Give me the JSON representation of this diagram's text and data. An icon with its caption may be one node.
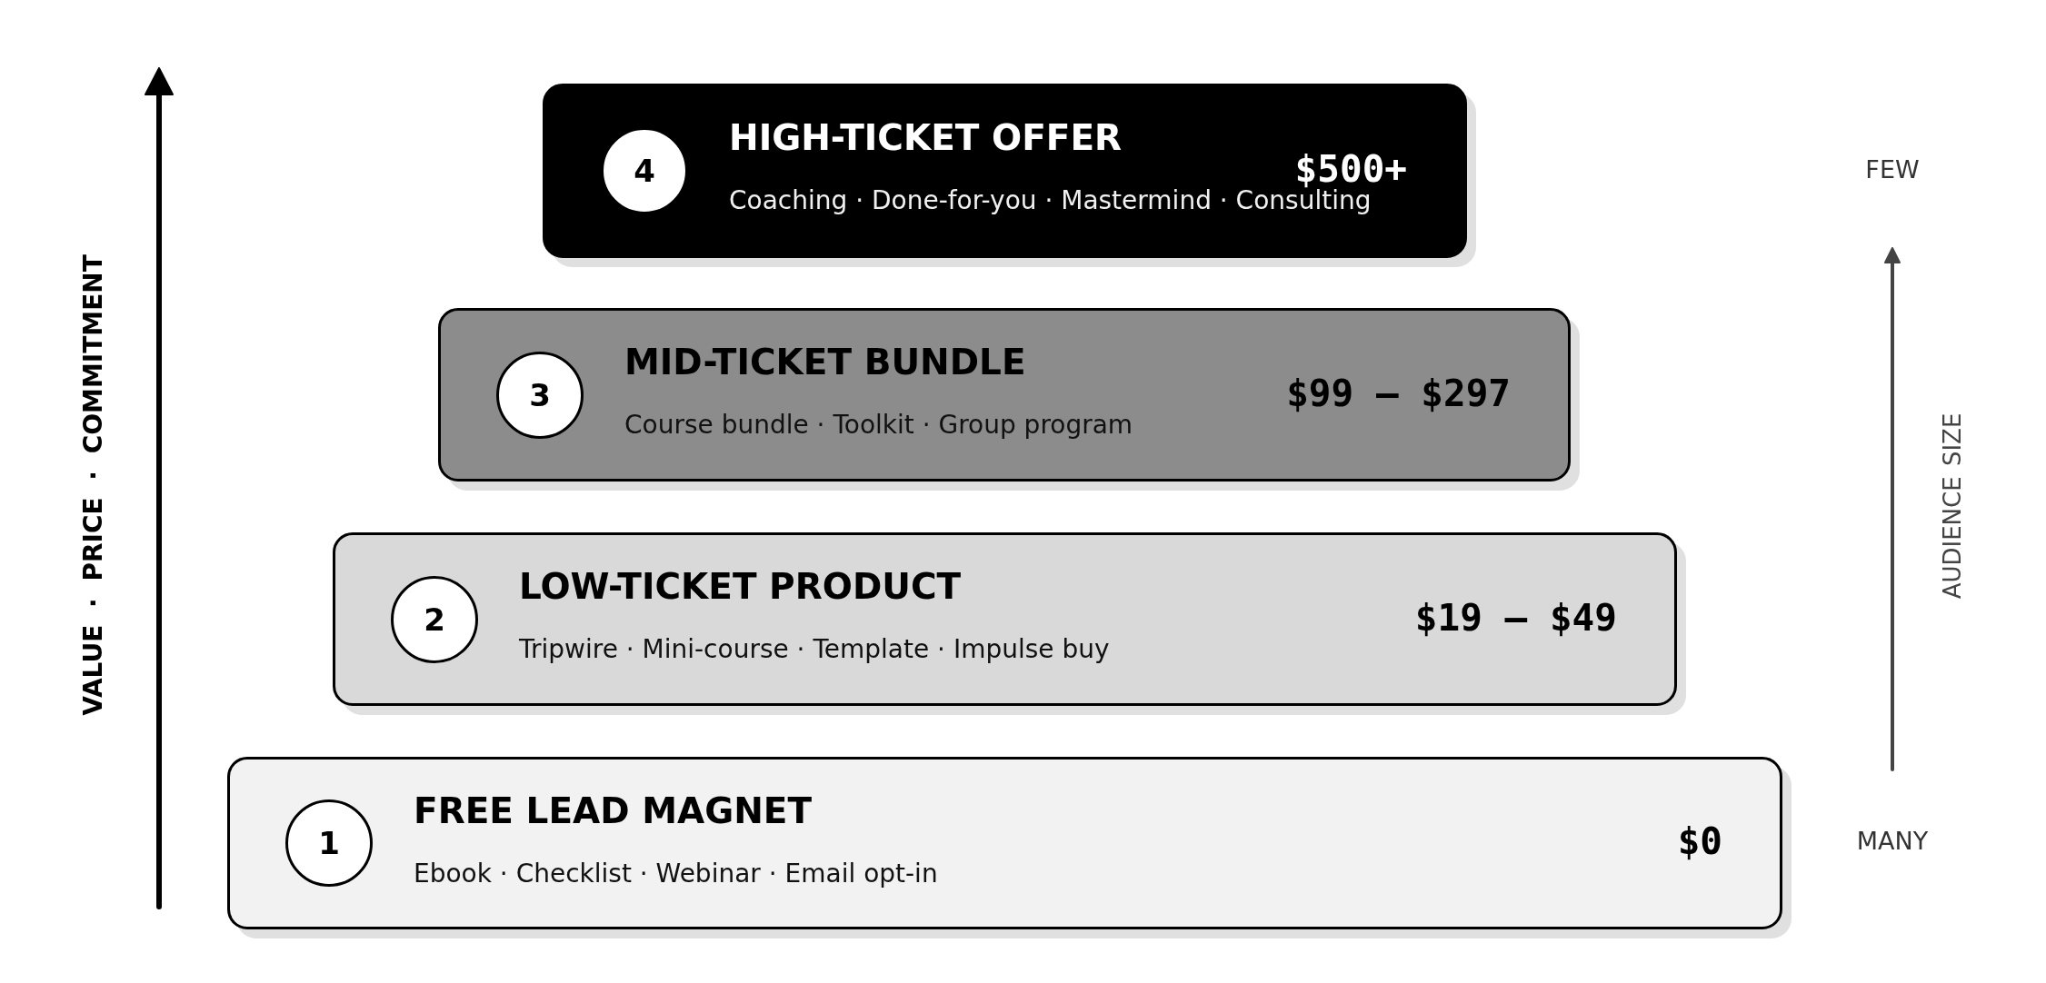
{
  "diagram": {
    "nodes": [
      {
        "text": [
          "HIGH-TICKET OFFER",
          "$500+",
          "Coaching · Done-for-you · Mastermind · Consulting"
        ]
      },
      {
        "text": [
          "4"
        ],
        "in": 0
      },
      {
        "text": [
          "MID-TICKET BUNDLE",
          "$99 – $297",
          "Course bundle · Toolkit · Group program"
        ]
      },
      {
        "text": [
          "3"
        ],
        "in": 2
      },
      {
        "text": [
          "LOW-TICKET PRODUCT",
          "$19 – $49",
          "Tripwire · Mini-course · Template · Impulse buy"
        ]
      },
      {
        "text": [
          "2"
        ],
        "in": 4
      },
      {
        "text": [
          "FREE LEAD MAGNET",
          "$0",
          "Ebook · Checklist · Webinar · Email opt-in"
        ]
      },
      {
        "text": [
          "1"
        ],
        "in": 6
      }
    ],
    "labels": [
      "VALUE · PRICE · COMMITMENT",
      "FEW",
      "AUDIENCE SIZE",
      "MANY"
    ]
  }
}
